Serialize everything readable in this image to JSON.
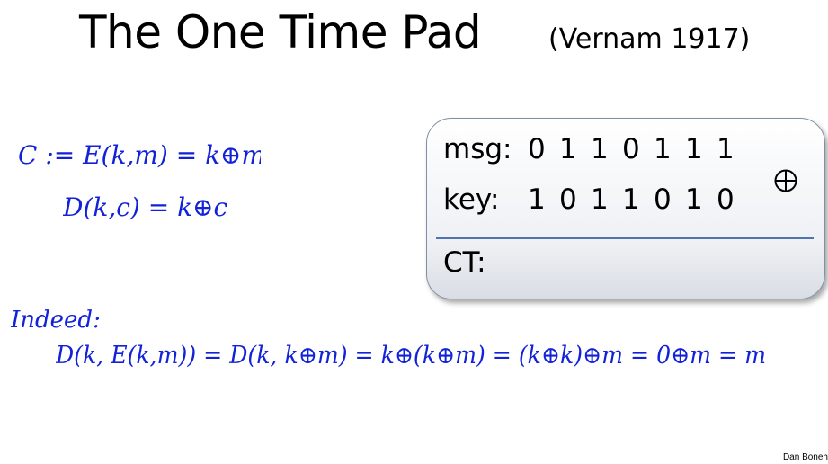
{
  "slide": {
    "title": "The One Time Pad",
    "subtitle": "(Vernam 1917)",
    "credit": "Dan Boneh"
  },
  "panel": {
    "msg_label": "msg:",
    "msg_bits": [
      "0",
      "1",
      "1",
      "0",
      "1",
      "1",
      "1"
    ],
    "key_label": "key:",
    "key_bits": [
      "1",
      "0",
      "1",
      "1",
      "0",
      "1",
      "0"
    ],
    "ct_label": "CT:",
    "operator_icon": "circled-plus-xor-icon"
  },
  "handwriting": {
    "encryption": "C := E(k,m) = k⊕m",
    "decryption": "D(k,c) = k⊕c",
    "indeed": "Indeed:",
    "proof": "D(k, E(k,m)) = D(k, k⊕m) = k⊕(k⊕m) = (k⊕k)⊕m = 0⊕m = m",
    "ink_color": "#1122d8"
  }
}
